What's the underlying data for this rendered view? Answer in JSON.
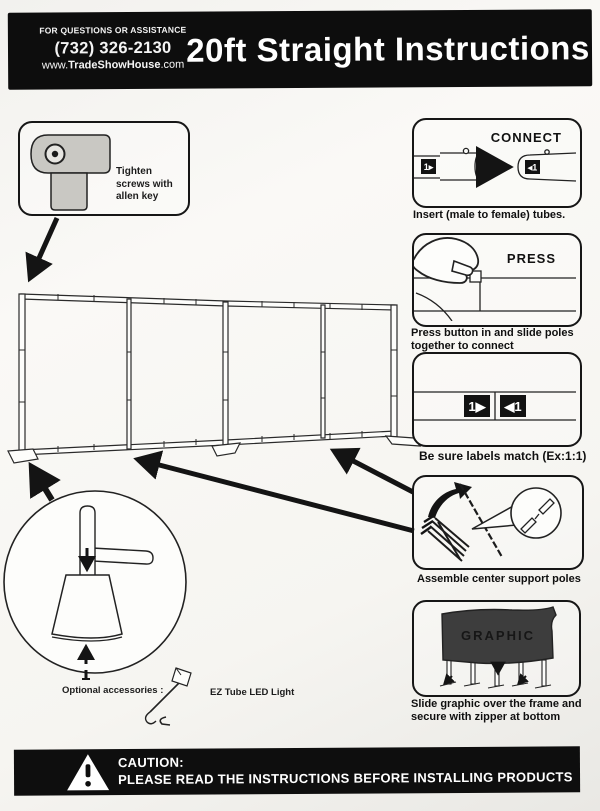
{
  "header": {
    "assistance": "FOR QUESTIONS OR ASSISTANCE",
    "phone": "(732) 326-2130",
    "website_prefix": "www.",
    "website_bold": "TradeShowHouse",
    "website_suffix": ".com",
    "title": "20ft Straight Instructions"
  },
  "allen_box": {
    "caption": "Tighten screws with allen key"
  },
  "steps": {
    "connect": {
      "title": "CONNECT",
      "caption": "Insert (male to female) tubes."
    },
    "press": {
      "title": "PRESS",
      "caption": "Press button in and slide poles together to connect"
    },
    "labels": {
      "caption": "Be sure labels match (Ex:1:1)",
      "left_tag": "1▶",
      "right_tag": "◀1"
    },
    "assemble": {
      "caption": "Assemble center support poles"
    },
    "graphic": {
      "caption": "Slide graphic over the frame and secure with zipper at bottom",
      "panel_text": "GRAPHIC"
    }
  },
  "accessories": {
    "label": "Optional accessories :",
    "item": "EZ Tube LED Light"
  },
  "caution": {
    "title": "CAUTION:",
    "message": "PLEASE READ THE INSTRUCTIONS BEFORE INSTALLING PRODUCTS"
  },
  "colors": {
    "ink": "#1c1c1c",
    "bar": "#0d0d0d",
    "fabric": "#3d3d3d"
  }
}
